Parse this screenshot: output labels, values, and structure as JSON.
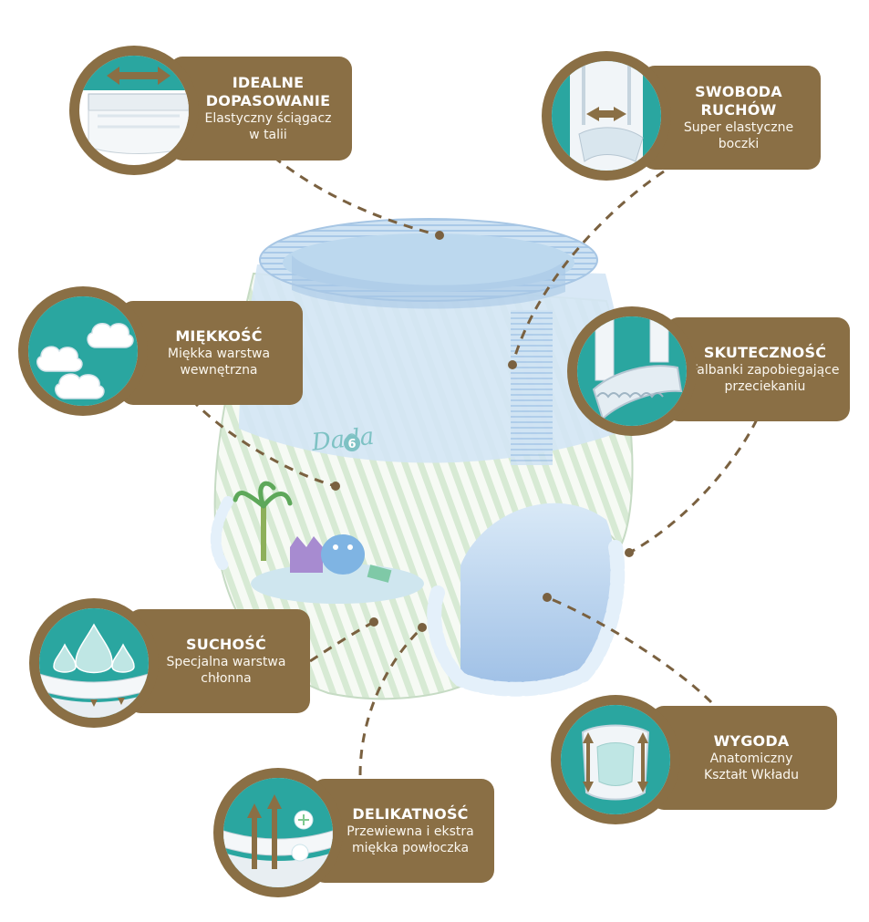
{
  "brand": {
    "logo_text": "Dada",
    "size_badge": "6"
  },
  "colors": {
    "callout_brown": "#8a6f45",
    "teal": "#2aa6a0",
    "diaper_blue": "#bcd8ee",
    "inner_blue": "#8fb6e2",
    "stripe_green": "#d7ead4",
    "connector": "#7a6140"
  },
  "features": [
    {
      "id": "fit",
      "title": "IDEALNE\nDOPASOWANIE",
      "desc": "Elastyczny ściągacz\nw talii",
      "icon": "waistband-icon"
    },
    {
      "id": "freedom",
      "title": "SWOBODA\nRUCHÓW",
      "desc": "Super elastyczne\nboczki",
      "icon": "stretch-sides-icon"
    },
    {
      "id": "softness",
      "title": "MIĘKKOŚĆ",
      "desc": "Miękka warstwa\nwewnętrzna",
      "icon": "clouds-icon"
    },
    {
      "id": "efficacy",
      "title": "SKUTECZNOŚĆ",
      "desc": "Falbanki zapobiegające\nprzeciekaniu",
      "icon": "leak-guard-icon"
    },
    {
      "id": "dryness",
      "title": "SUCHOŚĆ",
      "desc": "Specjalna warstwa\nchłonna",
      "icon": "droplets-icon"
    },
    {
      "id": "comfort",
      "title": "WYGODA",
      "desc": "Anatomiczny\nKształt Wkładu",
      "icon": "anatomic-core-icon"
    },
    {
      "id": "delicacy",
      "title": "DELIKATNOŚĆ",
      "desc": "Przewiewna i ekstra\nmiękka powłoczka",
      "icon": "breathable-layer-icon"
    }
  ]
}
